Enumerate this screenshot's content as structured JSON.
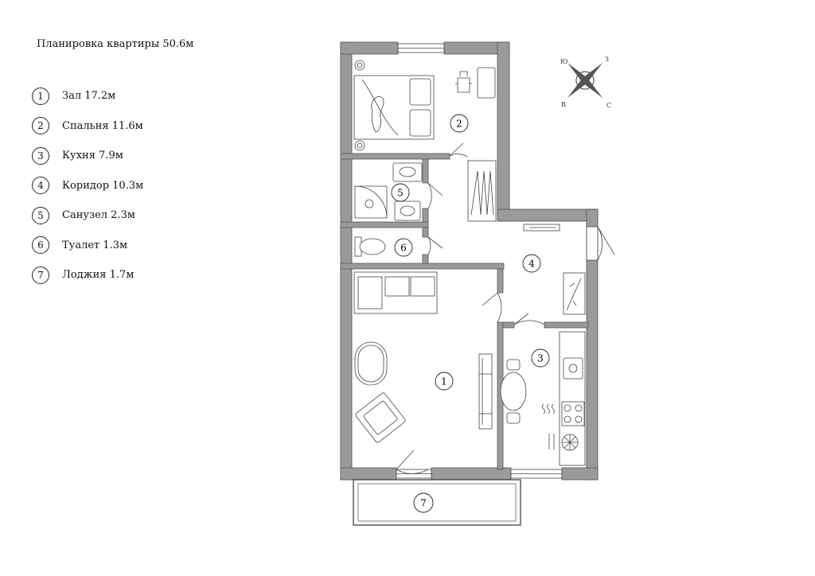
{
  "title": "Планировка квартиры 50.6м",
  "legend": [
    {
      "num": "1",
      "label": "Зал 17.2м"
    },
    {
      "num": "2",
      "label": "Спальня 11.6м"
    },
    {
      "num": "3",
      "label": "Кухня 7.9м"
    },
    {
      "num": "4",
      "label": "Коридор 10.3м"
    },
    {
      "num": "5",
      "label": "Санузел 2.3м"
    },
    {
      "num": "6",
      "label": "Туалет 1.3м"
    },
    {
      "num": "7",
      "label": "Лоджия 1.7м"
    }
  ],
  "rooms": {
    "r1": "1",
    "r2": "2",
    "r3": "3",
    "r4": "4",
    "r5": "5",
    "r6": "6",
    "r7": "7"
  },
  "compass": {
    "n": "Ю",
    "e": "З",
    "s": "С",
    "w": "В"
  },
  "colors": {
    "wall": "#9a9a9a",
    "line": "#333333"
  }
}
